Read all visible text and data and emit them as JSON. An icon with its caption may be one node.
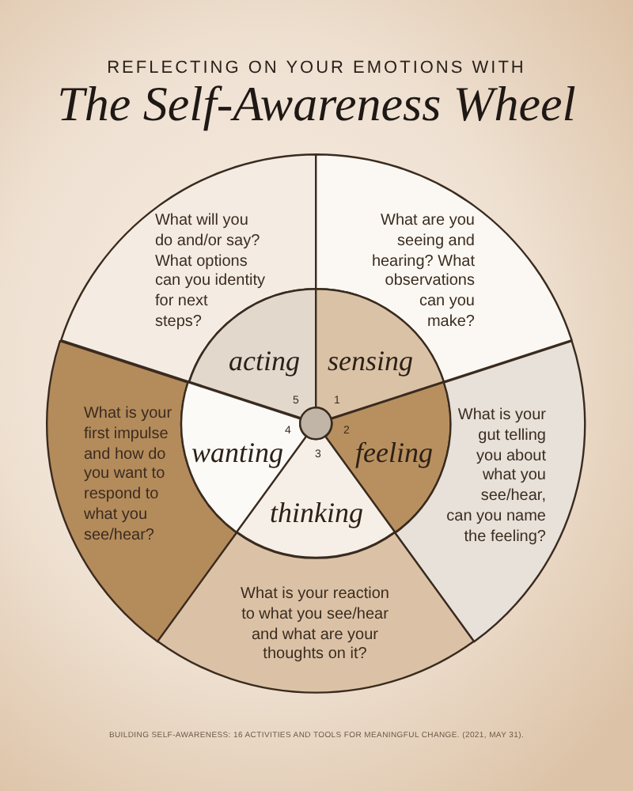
{
  "diagram": {
    "title": "The Self-Awareness Wheel",
    "nodes": [
      {
        "text": [
          "What will you do and/or say? What options can you identity for next steps?"
        ]
      },
      {
        "text": [
          "What are you seeing and hearing? What observations can you make?"
        ]
      },
      {
        "text": [
          "acting"
        ]
      },
      {
        "text": [
          "sensing"
        ]
      },
      {
        "text": [
          "What is your first impulse and how do you want to respond to what you see/hear?"
        ]
      },
      {
        "text": [
          "wanting"
        ]
      },
      {
        "text": [],
        "shape": "circle"
      },
      {
        "text": [
          "feeling"
        ]
      },
      {
        "text": [
          "What is your gut telling you about what you see/hear, can you name the feeling?"
        ]
      },
      {
        "text": [
          "thinking"
        ]
      },
      {
        "text": [
          "What is your reaction to what you see/hear and what are your thoughts on it?"
        ]
      }
    ],
    "labels": [
      "REFLECTING ON YOUR EMOTIONS WITH",
      "5",
      "1",
      "4",
      "2",
      "3",
      "BUILDING SELF-AWARENESS: 16 ACTIVITIES AND TOOLS FOR MEANINGFUL CHANGE. (2021, MAY 31)."
    ]
  }
}
